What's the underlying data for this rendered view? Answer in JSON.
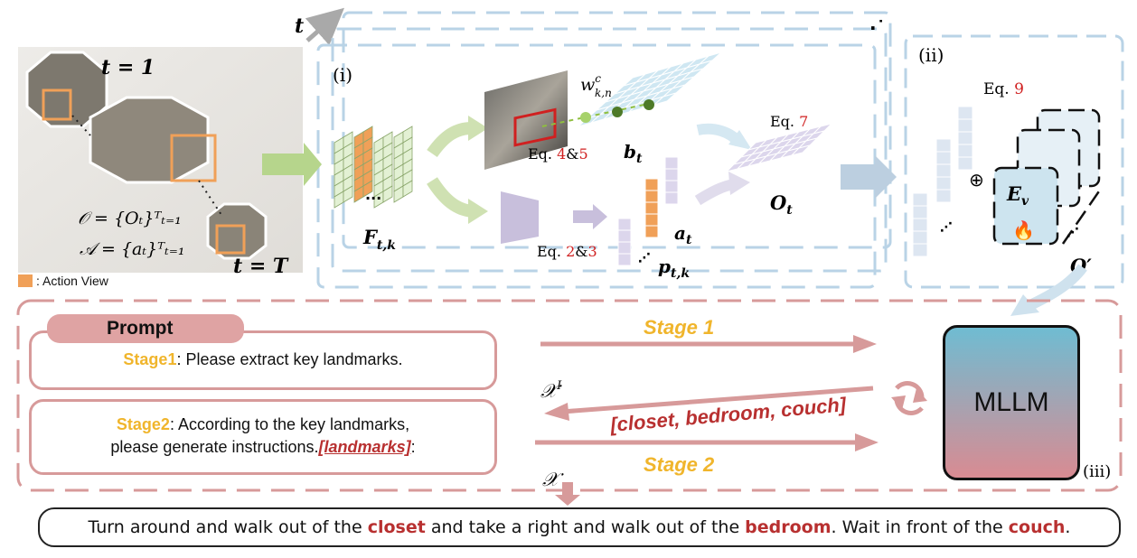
{
  "panels": {
    "i": "(i)",
    "ii": "(ii)",
    "iii": "(iii)"
  },
  "input": {
    "t_axis": "t",
    "t_first": "t = 1",
    "t_last": "t = T",
    "obs_set": "𝒪 = {Oₜ}ᵀₜ₌₁",
    "act_set": "𝒜 = {aₜ}ᵀₜ₌₁",
    "legend": ": Action View"
  },
  "module_i": {
    "features": "F",
    "features_sub": "t,k",
    "ellipsis": "···",
    "weight": "w",
    "weight_sup": "c",
    "weight_sub": "k,n",
    "bev": "b",
    "bev_sub": "t",
    "eq45_a": "Eq. ",
    "eq45_b": "4",
    "eq45_c": "&",
    "eq45_d": "5",
    "eq23_a": "Eq. ",
    "eq23_b": "2",
    "eq23_c": "&",
    "eq23_d": "3",
    "eq7_a": "Eq. ",
    "eq7_b": "7",
    "action": "a",
    "action_sub": "t",
    "pose": "p",
    "pose_sub": "t,k",
    "output": "O",
    "output_sub": "t"
  },
  "module_ii": {
    "eq9_a": "Eq. ",
    "eq9_b": "9",
    "plus": "⊕",
    "encoder": "E",
    "encoder_sub": "v",
    "fire": "🔥",
    "output": "O′"
  },
  "prompt": {
    "title": "Prompt",
    "stage1_label": "Stage1",
    "stage1_text": ": Please extract key landmarks.",
    "stage2_label": "Stage2",
    "stage2_line1": ": According to the key landmarks,",
    "stage2_line2": "please generate instructions.",
    "stage2_tag": "[landmarks]",
    "stage2_colon": ":"
  },
  "flow": {
    "stage1": "Stage 1",
    "stage2": "Stage 2",
    "xi": "𝒳",
    "xi_sup": "I",
    "x": "𝒳",
    "landmarks": "[closet, bedroom, couch]"
  },
  "mllm": {
    "label": "MLLM"
  },
  "output_sentence": {
    "p1": "Turn around and walk out of  the ",
    "w1": "closet",
    "p2": " and take a right and walk out of the ",
    "w2": "bedroom",
    "p3": ". Wait in front of the ",
    "w3": "couch",
    "p4": "."
  },
  "colors": {
    "accent_red": "#b83030",
    "stage_yellow": "#f0b52c",
    "dashed_blue": "#b9d3e6",
    "dashed_pink": "#d79a9a",
    "grid_green": "#e3f1d4",
    "grid_orange": "#f0a058",
    "grid_purple": "#dcd6ec",
    "grid_blue": "#cfe7f2"
  }
}
